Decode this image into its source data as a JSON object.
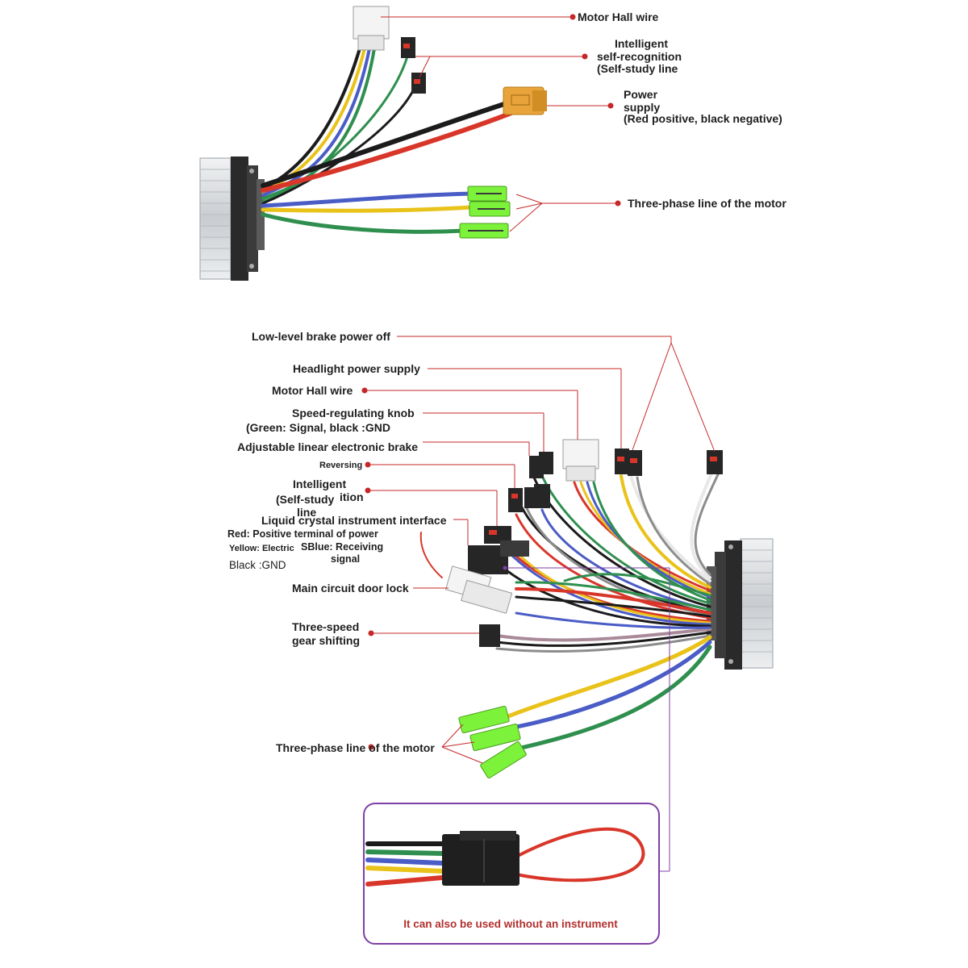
{
  "colors": {
    "leader": "#c62828",
    "purple_frame": "#7e3fa8",
    "connector_green": "#7cf23a",
    "wire_red": "#d9362a",
    "wire_yellow": "#e9c21a",
    "wire_blue": "#4a5cc6",
    "wire_green": "#2f8f4e",
    "wire_black": "#1b1b1b",
    "wire_white": "#e8e8e8",
    "wire_gray": "#8c8c8c",
    "wire_mauve": "#a98a98",
    "housing_silver": "#d4d7da"
  },
  "top_labels": {
    "motor_hall": "Motor Hall wire",
    "self_recognition_1": "Intelligent",
    "self_recognition_2": "self-recognition",
    "self_recognition_3": "(Self-study line",
    "power_1": "Power",
    "power_2": "supply",
    "power_3": "(Red positive, black negative)",
    "three_phase": "Three-phase line of the motor"
  },
  "bottom_labels": {
    "brake_power_off": "Low-level brake power off",
    "headlight": "Headlight power supply",
    "motor_hall": "Motor Hall wire",
    "speed_knob_1": "Speed-regulating knob",
    "speed_knob_2": "(Green: Signal, black :GND",
    "linear_brake": "Adjustable linear electronic brake",
    "reversing": "Reversing",
    "intelligent_1": "Intelligent",
    "intelligent_2": "(Self-study",
    "intelligent_3": "ition",
    "intelligent_4": "line",
    "lcd": "Liquid crystal instrument interface",
    "lcd_red": "Red: Positive terminal of power",
    "lcd_yellow": "Yellow: Electric",
    "lcd_blue_1": "SBlue: Receiving",
    "lcd_blue_2": "signal",
    "lcd_black": "Black :GND",
    "door_lock": "Main circuit door lock",
    "three_speed_1": "Three-speed",
    "three_speed_2": "gear shifting",
    "three_phase": "Three-phase line of the motor"
  },
  "inset_note": "It can also be used without an instrument"
}
